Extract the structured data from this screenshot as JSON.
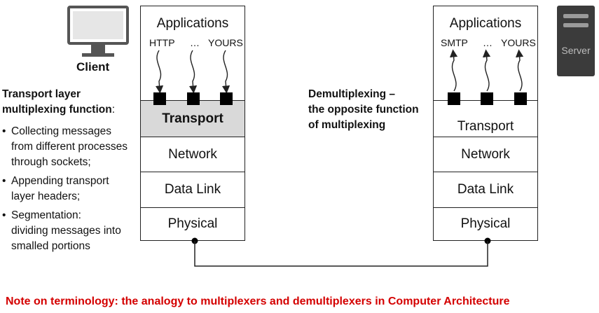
{
  "client": {
    "label": "Client",
    "icon": "monitor-icon"
  },
  "server": {
    "label": "Server",
    "icon": "server-icon"
  },
  "left_stack": {
    "applications": "Applications",
    "protocols": [
      "HTTP",
      "…",
      "YOURS"
    ],
    "layers": [
      "Transport",
      "Network",
      "Data Link",
      "Physical"
    ],
    "transport_highlight_color": "#d9d9d9"
  },
  "right_stack": {
    "applications": "Applications",
    "protocols": [
      "SMTP",
      "…",
      "YOURS"
    ],
    "layers": [
      "Transport",
      "Network",
      "Data Link",
      "Physical"
    ]
  },
  "mux_text": {
    "heading_line1": "Transport layer",
    "heading_line2": "multiplexing function",
    "heading_suffix": ":",
    "bullets": [
      [
        "Collecting messages",
        "from different processes",
        "through sockets;"
      ],
      [
        "Appending transport",
        "layer headers;"
      ],
      [
        "Segmentation:",
        "dividing messages into",
        "smalled portions"
      ]
    ]
  },
  "demux_text": {
    "line1": "Demultiplexing –",
    "line2": "the opposite function",
    "line3": "of multiplexing"
  },
  "note": "Note on terminology: the analogy to multiplexers and demultiplexers in Computer Architecture",
  "colors": {
    "note": "#d40000",
    "server_body": "#3b3b3b",
    "monitor_screen": "#e6e6e6"
  }
}
